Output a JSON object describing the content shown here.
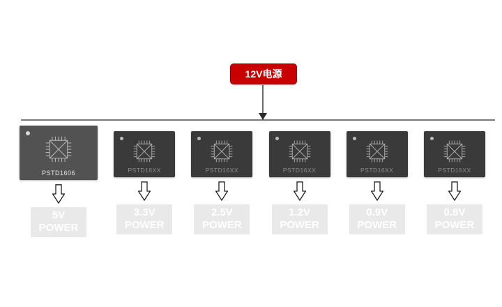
{
  "source": {
    "label": "12V电源",
    "color": "#c80000"
  },
  "chips": [
    {
      "name": "PSTD1606",
      "voltage": "5V",
      "label": "POWER"
    },
    {
      "name": "PSTD16XX",
      "voltage": "3.3V",
      "label": "POWER"
    },
    {
      "name": "PSTD16XX",
      "voltage": "2.5V",
      "label": "POWER"
    },
    {
      "name": "PSTD16XX",
      "voltage": "1.2V",
      "label": "POWER"
    },
    {
      "name": "PSTD16XX",
      "voltage": "0.9V",
      "label": "POWER"
    },
    {
      "name": "PSTD16XX",
      "voltage": "0.8V",
      "label": "POWER"
    }
  ],
  "colors": {
    "source_red": "#c80000",
    "chip_dark_primary": "#525252",
    "chip_dark_secondary": "#3a3a3a",
    "power_box_gray": "#e9e9e9",
    "power_text": "#ffffff",
    "line_black": "#2b2b2b"
  }
}
